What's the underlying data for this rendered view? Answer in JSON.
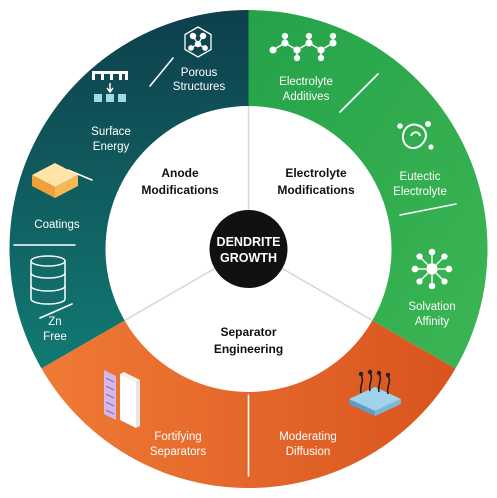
{
  "center": {
    "line1": "DENDRITE",
    "line2": "GROWTH"
  },
  "categories": {
    "anode": {
      "line1": "Anode",
      "line2": "Modifications"
    },
    "electrolyte": {
      "line1": "Electrolyte",
      "line2": "Modifications"
    },
    "separator": {
      "line1": "Separator",
      "line2": "Engineering"
    }
  },
  "strategies": {
    "porous": {
      "line1": "Porous",
      "line2": "Structures",
      "icon": "porous-structure-icon"
    },
    "additives": {
      "line1": "Electrolyte",
      "line2": "Additives",
      "icon": "molecule-chain-icon"
    },
    "eutectic": {
      "line1": "Eutectic",
      "line2": "Electrolyte",
      "icon": "liquid-splash-icon"
    },
    "solvation": {
      "line1": "Solvation",
      "line2": "Affinity",
      "icon": "solvation-shell-icon"
    },
    "diffusion": {
      "line1": "Moderating",
      "line2": "Diffusion",
      "icon": "ion-layer-icon"
    },
    "separators": {
      "line1": "Fortifying",
      "line2": "Separators",
      "icon": "separator-sheet-icon"
    },
    "znfree": {
      "line1": "Zn",
      "line2": "Free",
      "icon": "cylinder-stack-icon"
    },
    "coatings": {
      "line1": "Coatings",
      "icon": "coated-block-icon"
    },
    "surface": {
      "line1": "Surface",
      "line2": "Energy",
      "icon": "surface-pattern-icon"
    }
  },
  "colors": {
    "anode_dark": "#0f4a55",
    "anode_mid": "#13716e",
    "electrolyte": "#2fa84f",
    "separator": "#e8692a",
    "center": "#111111"
  }
}
